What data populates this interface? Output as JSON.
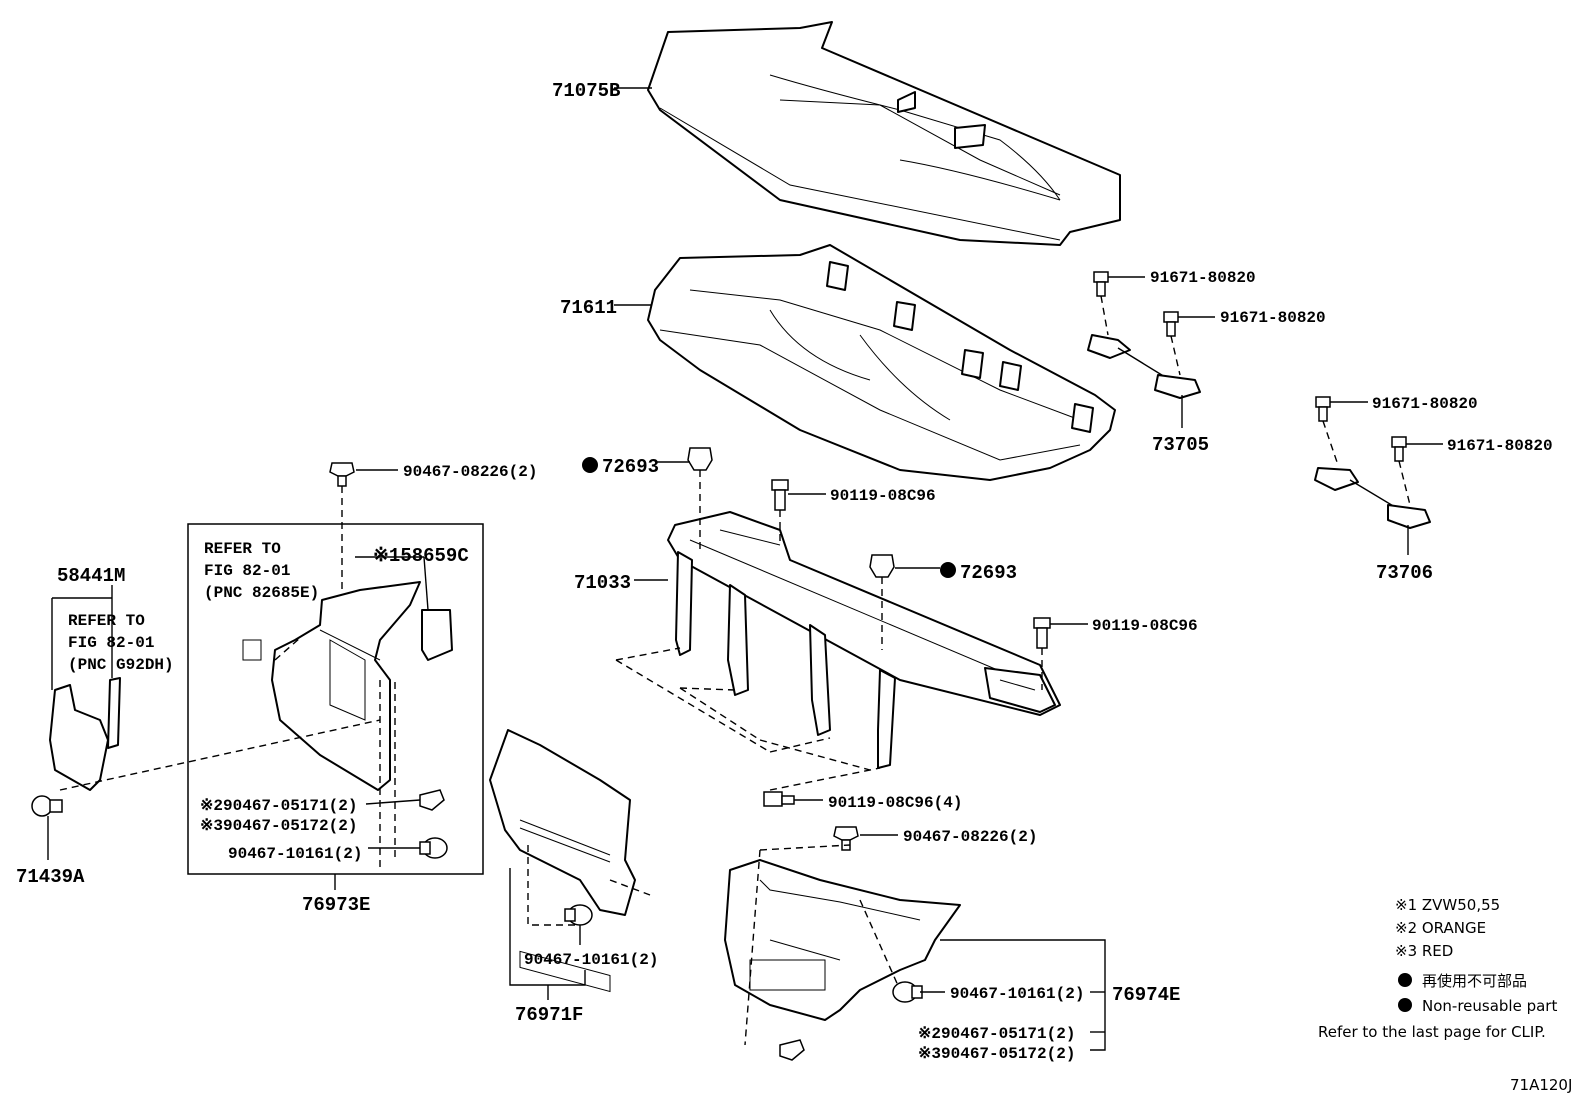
{
  "labels": {
    "p71075B": "71075B",
    "p71611": "71611",
    "p91671_a": "91671-80820",
    "p91671_b": "91671-80820",
    "p73705": "73705",
    "p91671_c": "91671-80820",
    "p91671_d": "91671-80820",
    "p73706": "73706",
    "p72693_a": "72693",
    "p90119_a": "90119-08C96",
    "p71033": "71033",
    "p72693_b": "72693",
    "p90119_b": "90119-08C96",
    "p90119_c": "90119-08C96(4)",
    "p90467_08226_a": "90467-08226(2)",
    "p158659C": "※158659C",
    "p58441M": "58441M",
    "p71439A": "71439A",
    "p90467_05171_a": "※290467-05171(2)",
    "p90467_05172_a": "※390467-05172(2)",
    "p90467_10161_a": "90467-10161(2)",
    "p76973E": "76973E",
    "p90467_10161_b": "90467-10161(2)",
    "p76971F": "76971F",
    "p90467_08226_b": "90467-08226(2)",
    "p90467_10161_c": "90467-10161(2)",
    "p76974E": "76974E",
    "p90467_05171_b": "※290467-05171(2)",
    "p90467_05172_b": "※390467-05172(2)"
  },
  "refer_a": {
    "line1": "REFER TO",
    "line2": "FIG 82-01",
    "line3": "(PNC 82685E)"
  },
  "refer_b": {
    "line1": "REFER TO",
    "line2": "FIG 82-01",
    "line3": "(PNC G92DH)"
  },
  "legend": {
    "note1": "※1 ZVW50,55",
    "note2": "※2 ORANGE",
    "note3": "※3 RED",
    "jp_nonreusable": "再使用不可部品",
    "en_nonreusable": "Non-reusable part",
    "clip_note": "Refer to the last page for CLIP."
  },
  "figure_id": "71A120J"
}
